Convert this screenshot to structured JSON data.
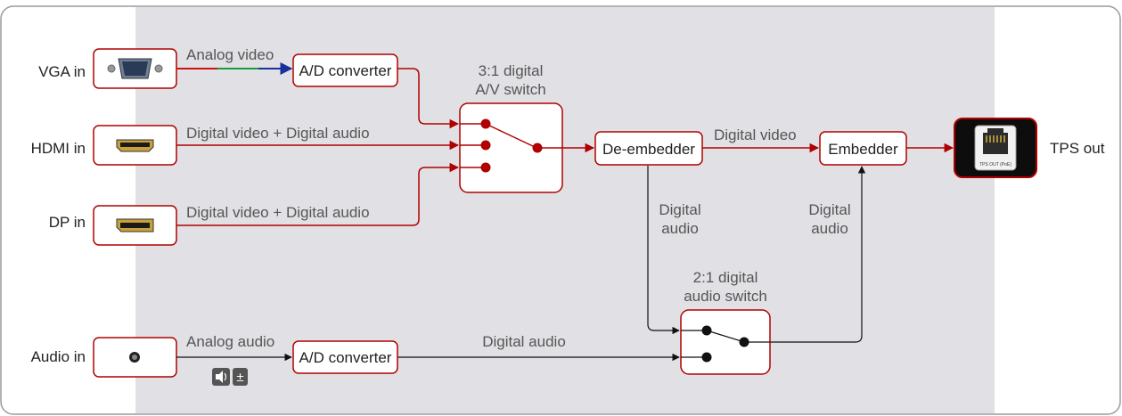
{
  "colors": {
    "accent": "#cc0000",
    "panel_bg": "#e1e1e5",
    "border": "#9a9a9a",
    "signal_line": "#b00000",
    "analog_audio_line": "#333333"
  },
  "inputs": {
    "vga": "VGA in",
    "hdmi": "HDMI in",
    "dp": "DP in",
    "audio": "Audio in"
  },
  "output": {
    "tps": "TPS out",
    "port_caption": "TPS OUT (PoE)"
  },
  "blocks": {
    "ad_converter_video": "A/D converter",
    "ad_converter_audio": "A/D converter",
    "av_switch_line1": "3:1 digital",
    "av_switch_line2": "A/V switch",
    "de_embedder": "De-embedder",
    "embedder": "Embedder",
    "audio_switch_line1": "2:1 digital",
    "audio_switch_line2": "audio switch"
  },
  "signals": {
    "analog_video": "Analog video",
    "hdmi_signal": "Digital video + Digital audio",
    "dp_signal": "Digital video + Digital audio",
    "digital_video": "Digital video",
    "deemb_audio_line1": "Digital",
    "deemb_audio_line2": "audio",
    "emb_audio_line1": "Digital",
    "emb_audio_line2": "audio",
    "analog_audio": "Analog audio",
    "digital_audio": "Digital audio"
  },
  "icons": {
    "vga_connector": "vga-port-icon",
    "hdmi_connector": "hdmi-port-icon",
    "dp_connector": "displayport-icon",
    "audio_jack": "audio-jack-icon",
    "volume": "volume-adjust-icon",
    "rj45": "rj45-port-icon"
  }
}
